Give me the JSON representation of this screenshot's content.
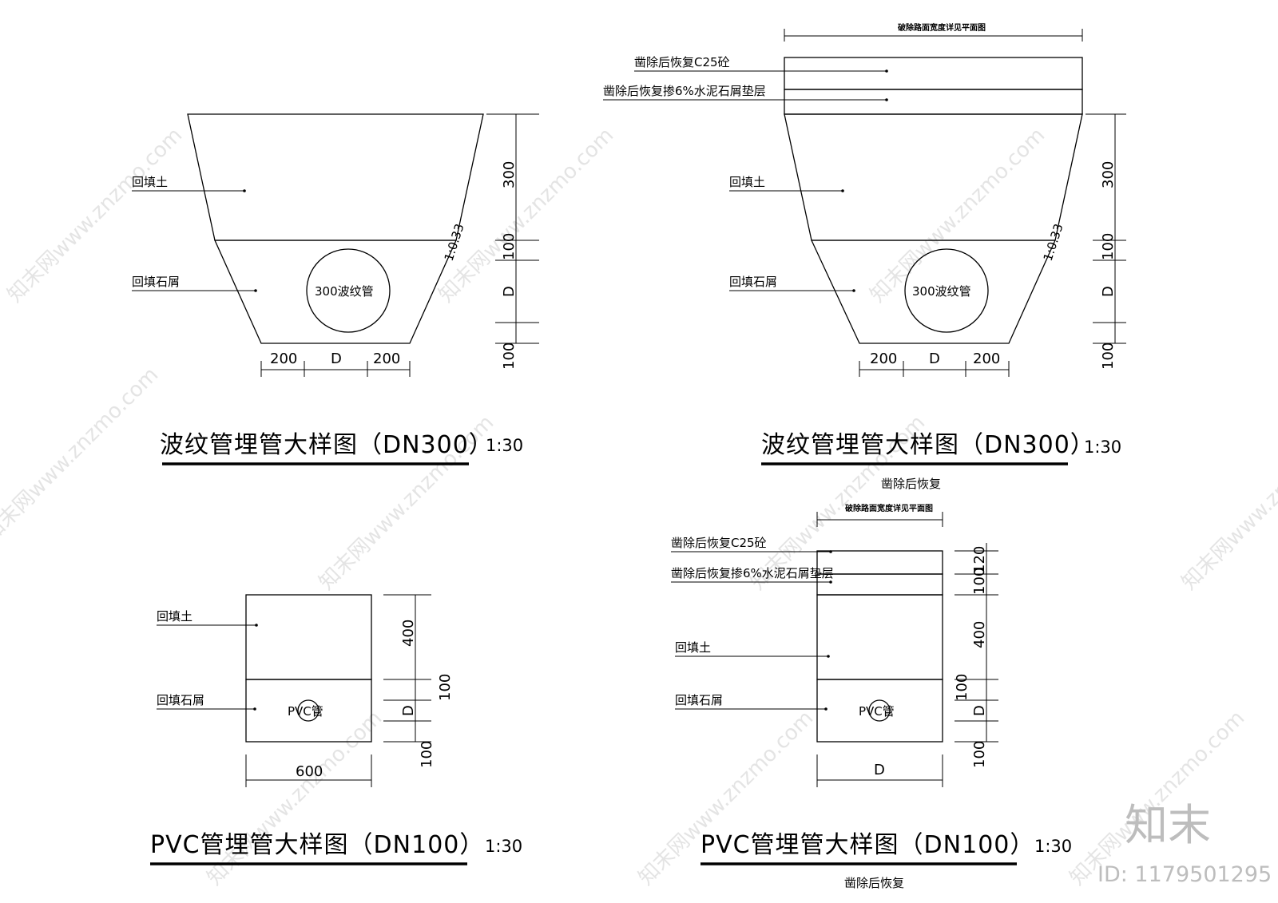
{
  "watermark": {
    "text": "知末网www.znzmo.com"
  },
  "logo": {
    "text": "知末",
    "id": "ID: 1179501295"
  },
  "details": [
    {
      "title": "波纹管埋管大样图（DN300）",
      "scale": "1:30",
      "labels": {
        "backfill_soil": "回填土",
        "backfill_chips": "回填石屑",
        "pipe": "300波纹管",
        "slope": "1:0.33"
      },
      "dims": {
        "v1": "300",
        "v2": "100",
        "v3": "D",
        "v4": "100",
        "h1": "200",
        "h2": "D",
        "h3": "200"
      }
    },
    {
      "title": "波纹管埋管大样图（DN300）",
      "scale": "1:30",
      "top_note": "破除路面宽度详见平面图",
      "bottom_note": "凿除后恢复",
      "labels": {
        "c25": "凿除后恢复C25砼",
        "cushion": "凿除后恢复掺6%水泥石屑垫层",
        "backfill_soil": "回填土",
        "backfill_chips": "回填石屑",
        "pipe": "300波纹管",
        "slope": "1:0.33"
      },
      "dims": {
        "v1": "300",
        "v2": "100",
        "v3": "D",
        "v4": "100",
        "h1": "200",
        "h2": "D",
        "h3": "200"
      }
    },
    {
      "title": "PVC管埋管大样图（DN100）",
      "scale": "1:30",
      "labels": {
        "backfill_soil": "回填土",
        "backfill_chips": "回填石屑",
        "pipe": "PVC管"
      },
      "dims": {
        "v1": "400",
        "v2": "100",
        "v3": "D",
        "v4": "100",
        "h1": "600"
      }
    },
    {
      "title": "PVC管埋管大样图（DN100）",
      "scale": "1:30",
      "top_note": "破除路面宽度详见平面图",
      "bottom_note": "凿除后恢复",
      "labels": {
        "c25": "凿除后恢复C25砼",
        "cushion": "凿除后恢复掺6%水泥石屑垫层",
        "backfill_soil": "回填土",
        "backfill_chips": "回填石屑",
        "pipe": "PVC管"
      },
      "dims": {
        "v0a": "120",
        "v0b": "100",
        "v1": "400",
        "v2": "100",
        "v3": "D",
        "v4": "100",
        "h1": "D"
      }
    }
  ]
}
